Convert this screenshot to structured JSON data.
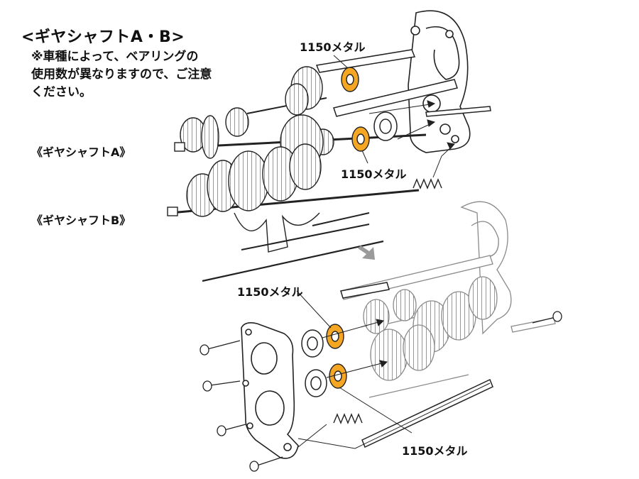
{
  "title": "<ギヤシャフトA・B>",
  "note": [
    "※車種によって、ベアリングの",
    "使用数が異なりますので、ご注意",
    "ください。"
  ],
  "shafts": {
    "a": "《ギヤシャフトA》",
    "b": "《ギヤシャフトB》"
  },
  "part_labels": [
    "1150メタル",
    "1150メタル",
    "1150メタル",
    "1150メタル"
  ],
  "colors": {
    "metal": "#F5A623",
    "line": "#222222",
    "ghost": "#c8c8c8"
  }
}
